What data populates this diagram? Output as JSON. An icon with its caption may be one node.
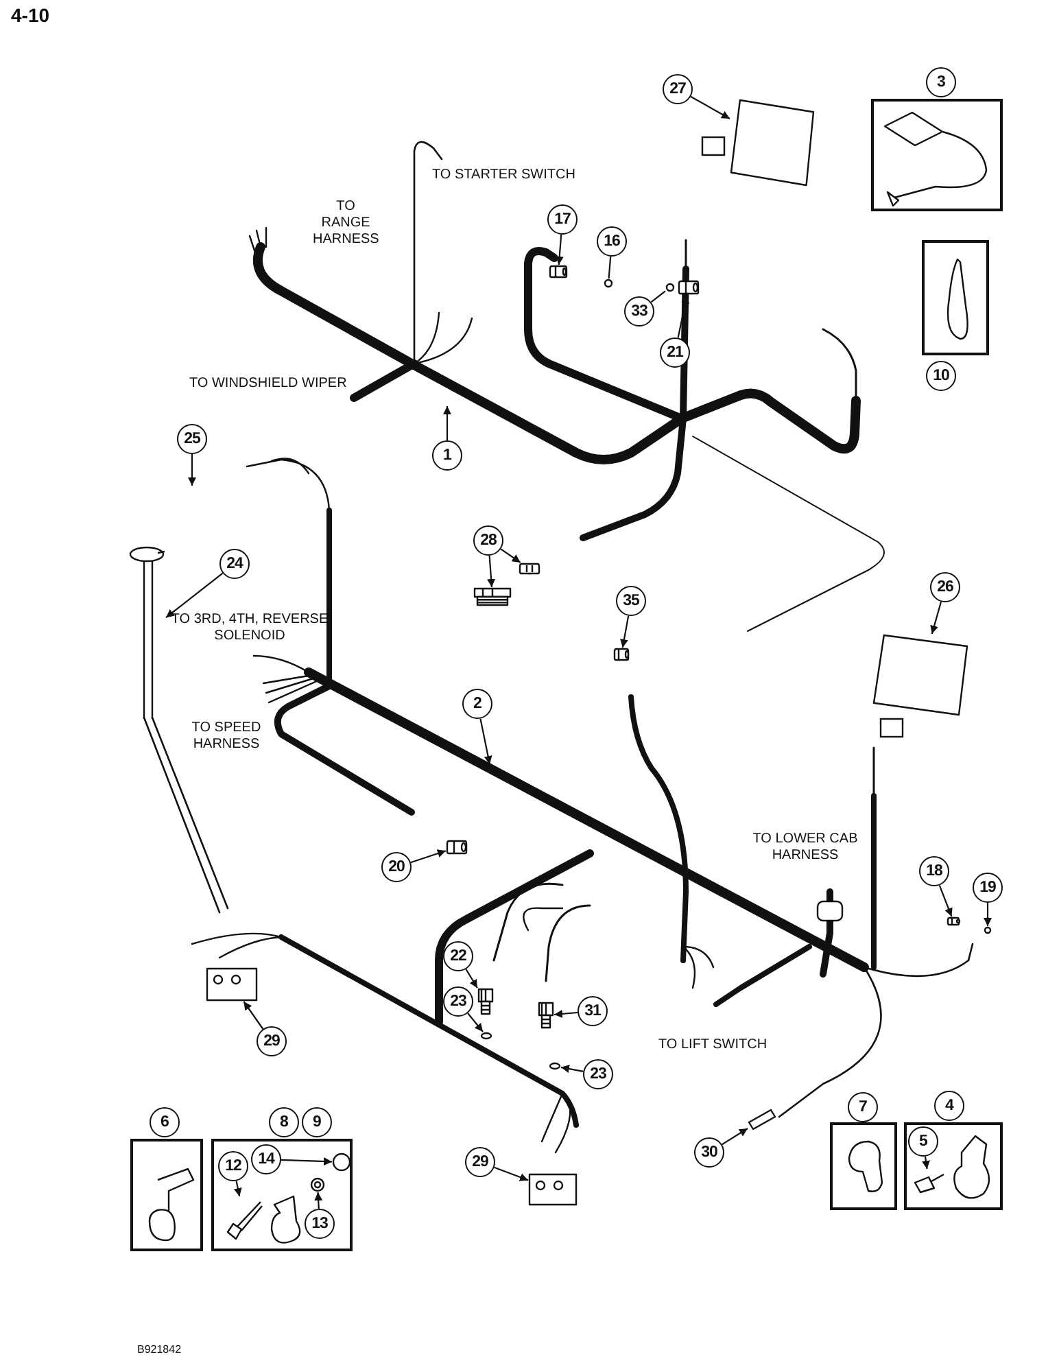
{
  "diagram": {
    "nodes": [
      {
        "text": [
          "27"
        ]
      },
      {
        "text": [
          "3"
        ]
      },
      {
        "text": [],
        "shape": "box"
      },
      {
        "text": [
          "17"
        ]
      },
      {
        "text": [
          "16"
        ]
      },
      {
        "text": [
          "33"
        ]
      },
      {
        "text": [
          "21"
        ]
      },
      {
        "text": [],
        "shape": "box"
      },
      {
        "text": [
          "10"
        ]
      },
      {
        "text": [
          "1"
        ]
      },
      {
        "text": [
          "25"
        ]
      },
      {
        "text": [
          "24"
        ]
      },
      {
        "text": [
          "28"
        ]
      },
      {
        "text": [
          "35"
        ]
      },
      {
        "text": [
          "26"
        ]
      },
      {
        "text": [
          "2"
        ]
      },
      {
        "text": [
          "20"
        ]
      },
      {
        "text": [
          "18"
        ]
      },
      {
        "text": [
          "19"
        ]
      },
      {
        "text": [
          "22"
        ]
      },
      {
        "text": [
          "23"
        ]
      },
      {
        "text": [
          "31"
        ]
      },
      {
        "text": [
          "29"
        ]
      },
      {
        "text": [
          "23"
        ]
      },
      {
        "text": [
          "6"
        ]
      },
      {
        "text": [
          "8"
        ]
      },
      {
        "text": [
          "9"
        ]
      },
      {
        "text": [
          "7"
        ]
      },
      {
        "text": [
          "4"
        ]
      },
      {
        "text": [],
        "shape": "box"
      },
      {
        "text": [],
        "shape": "box"
      },
      {
        "text": [
          "12"
        ],
        "in": 30
      },
      {
        "text": [
          "14"
        ],
        "in": 30
      },
      {
        "text": [
          "13"
        ],
        "in": 30
      },
      {
        "text": [],
        "shape": "box"
      },
      {
        "text": [],
        "shape": "box"
      },
      {
        "text": [
          "5"
        ],
        "in": 35
      },
      {
        "text": [
          "30"
        ]
      },
      {
        "text": [
          "29"
        ]
      },
      {
        "text": [],
        "shape": "picture"
      },
      {
        "text": [],
        "shape": "picture"
      },
      {
        "text": [],
        "shape": "picture"
      },
      {
        "text": [],
        "shape": "picture"
      },
      {
        "text": [],
        "shape": "picture"
      },
      {
        "text": [],
        "shape": "picture"
      },
      {
        "text": [],
        "shape": "picture"
      },
      {
        "text": [],
        "shape": "picture"
      },
      {
        "text": [],
        "shape": "picture"
      },
      {
        "text": [],
        "shape": "picture"
      },
      {
        "text": [],
        "shape": "picture"
      },
      {
        "text": [],
        "shape": "picture"
      },
      {
        "text": [],
        "shape": "picture"
      },
      {
        "text": [],
        "shape": "picture"
      },
      {
        "text": [],
        "shape": "picture"
      },
      {
        "text": [],
        "shape": "picture"
      },
      {
        "text": [],
        "shape": "picture"
      },
      {
        "text": [],
        "shape": "picture"
      },
      {
        "text": [],
        "shape": "picture"
      },
      {
        "text": [],
        "shape": "picture"
      },
      {
        "text": [],
        "shape": "picture",
        "in": 30
      },
      {
        "text": [],
        "shape": "picture",
        "in": 30
      },
      {
        "text": [],
        "shape": "picture",
        "in": 30
      },
      {
        "text": [],
        "shape": "picture",
        "in": 35
      }
    ],
    "edges": [
      {
        "from": 0,
        "to": 39,
        "arrow": "to"
      },
      {
        "from": 3,
        "to": 40,
        "arrow": "to"
      },
      {
        "from": 4,
        "to": 41,
        "arrow": "none"
      },
      {
        "from": 5,
        "to": 42,
        "arrow": "none"
      },
      {
        "from": 6,
        "to": 43,
        "arrow": "to"
      },
      {
        "from": 9,
        "to": null,
        "arrow": "to"
      },
      {
        "from": 10,
        "to": null,
        "arrow": "to"
      },
      {
        "from": 11,
        "to": 44,
        "arrow": "to"
      },
      {
        "from": 12,
        "to": 45,
        "arrow": "to"
      },
      {
        "from": 12,
        "to": 46,
        "arrow": "to"
      },
      {
        "from": 13,
        "to": 47,
        "arrow": "to"
      },
      {
        "from": 14,
        "to": 48,
        "arrow": "to"
      },
      {
        "from": 15,
        "to": null,
        "arrow": "to"
      },
      {
        "from": 16,
        "to": 49,
        "arrow": "to"
      },
      {
        "from": 17,
        "to": 50,
        "arrow": "to"
      },
      {
        "from": 18,
        "to": 51,
        "arrow": "to"
      },
      {
        "from": 19,
        "to": 52,
        "arrow": "to"
      },
      {
        "from": 20,
        "to": 53,
        "arrow": "to"
      },
      {
        "from": 21,
        "to": 54,
        "arrow": "to"
      },
      {
        "from": 22,
        "to": 56,
        "arrow": "to"
      },
      {
        "from": 23,
        "to": 55,
        "arrow": "to"
      },
      {
        "from": 31,
        "to": 59,
        "arrow": "to"
      },
      {
        "from": 32,
        "to": 60,
        "arrow": "to"
      },
      {
        "from": 33,
        "to": 61,
        "arrow": "to"
      },
      {
        "from": 36,
        "to": 62,
        "arrow": "to"
      },
      {
        "from": 37,
        "to": 58,
        "arrow": "to"
      },
      {
        "from": 38,
        "to": 57,
        "arrow": "to"
      }
    ],
    "labels": [
      "4-10",
      "TO STARTER SWITCH",
      "TO RANGE HARNESS",
      "TO WINDSHIELD WIPER",
      "TO 3RD, 4TH, REVERSE SOLENOID",
      "TO SPEED HARNESS",
      "TO LOWER CAB HARNESS",
      "TO LIFT SWITCH",
      "B921842"
    ]
  }
}
